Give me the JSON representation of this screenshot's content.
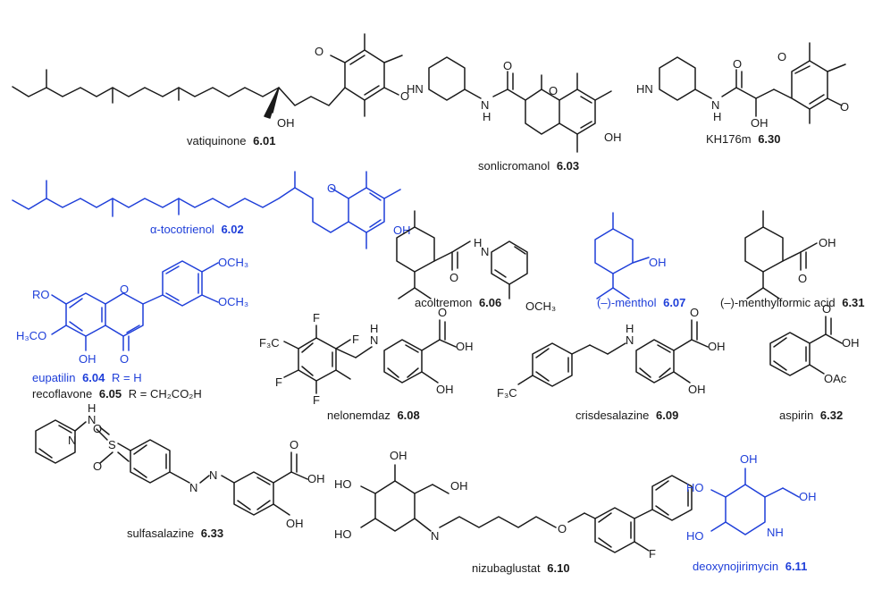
{
  "colors": {
    "black": "#1a1a1a",
    "blue": "#1f3fd9"
  },
  "compounds": [
    {
      "name": "vatiquinone",
      "num": "6.01",
      "color": "black"
    },
    {
      "name": "sonlicromanol",
      "num": "6.03",
      "color": "black"
    },
    {
      "name": "KH176m",
      "num": "6.30",
      "color": "black"
    },
    {
      "name": "α-tocotrienol",
      "num": "6.02",
      "color": "blue"
    },
    {
      "name": "acoltremon",
      "num": "6.06",
      "color": "black"
    },
    {
      "name": "(–)-menthol",
      "num": "6.07",
      "color": "blue"
    },
    {
      "name": "(–)-menthylformic acid",
      "num": "6.31",
      "color": "black"
    },
    {
      "name": "eupatilin",
      "num": "6.04",
      "suffix": "R = H",
      "color": "blue"
    },
    {
      "name": "recoflavone",
      "num": "6.05",
      "suffix": "R = CH₂CO₂H",
      "color": "black"
    },
    {
      "name": "nelonemdaz",
      "num": "6.08",
      "color": "black"
    },
    {
      "name": "crisdesalazine",
      "num": "6.09",
      "color": "black"
    },
    {
      "name": "aspirin",
      "num": "6.32",
      "color": "black"
    },
    {
      "name": "sulfasalazine",
      "num": "6.33",
      "color": "black"
    },
    {
      "name": "nizubaglustat",
      "num": "6.10",
      "color": "black"
    },
    {
      "name": "deoxynojirimycin",
      "num": "6.11",
      "color": "blue"
    }
  ],
  "atoms": {
    "O": "O",
    "OH": "OH",
    "HO": "HO",
    "HN": "HN",
    "H": "H",
    "N": "N",
    "NH": "NH",
    "S": "S",
    "F": "F",
    "CF3": "F₃C",
    "OCH3": "OCH₃",
    "H3CO": "H₃CO",
    "RO": "RO",
    "OAc": "OAc"
  }
}
